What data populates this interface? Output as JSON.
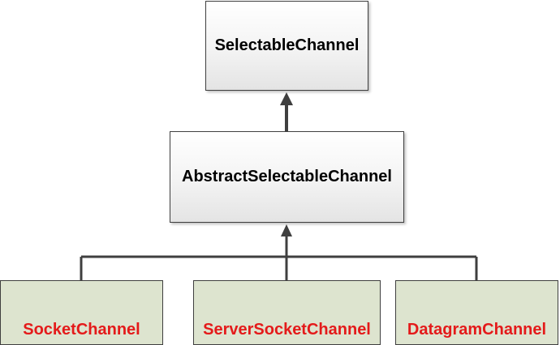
{
  "nodes": {
    "selectable_channel": "SelectableChannel",
    "abstract_selectable_channel": "AbstractSelectableChannel",
    "socket_channel": "SocketChannel",
    "server_socket_channel": "ServerSocketChannel",
    "datagram_channel": "DatagramChannel"
  },
  "colors": {
    "base_text": "#000000",
    "impl_text": "#e41a1a",
    "impl_fill": "#dde4cf",
    "edge": "#3f3f3f"
  }
}
